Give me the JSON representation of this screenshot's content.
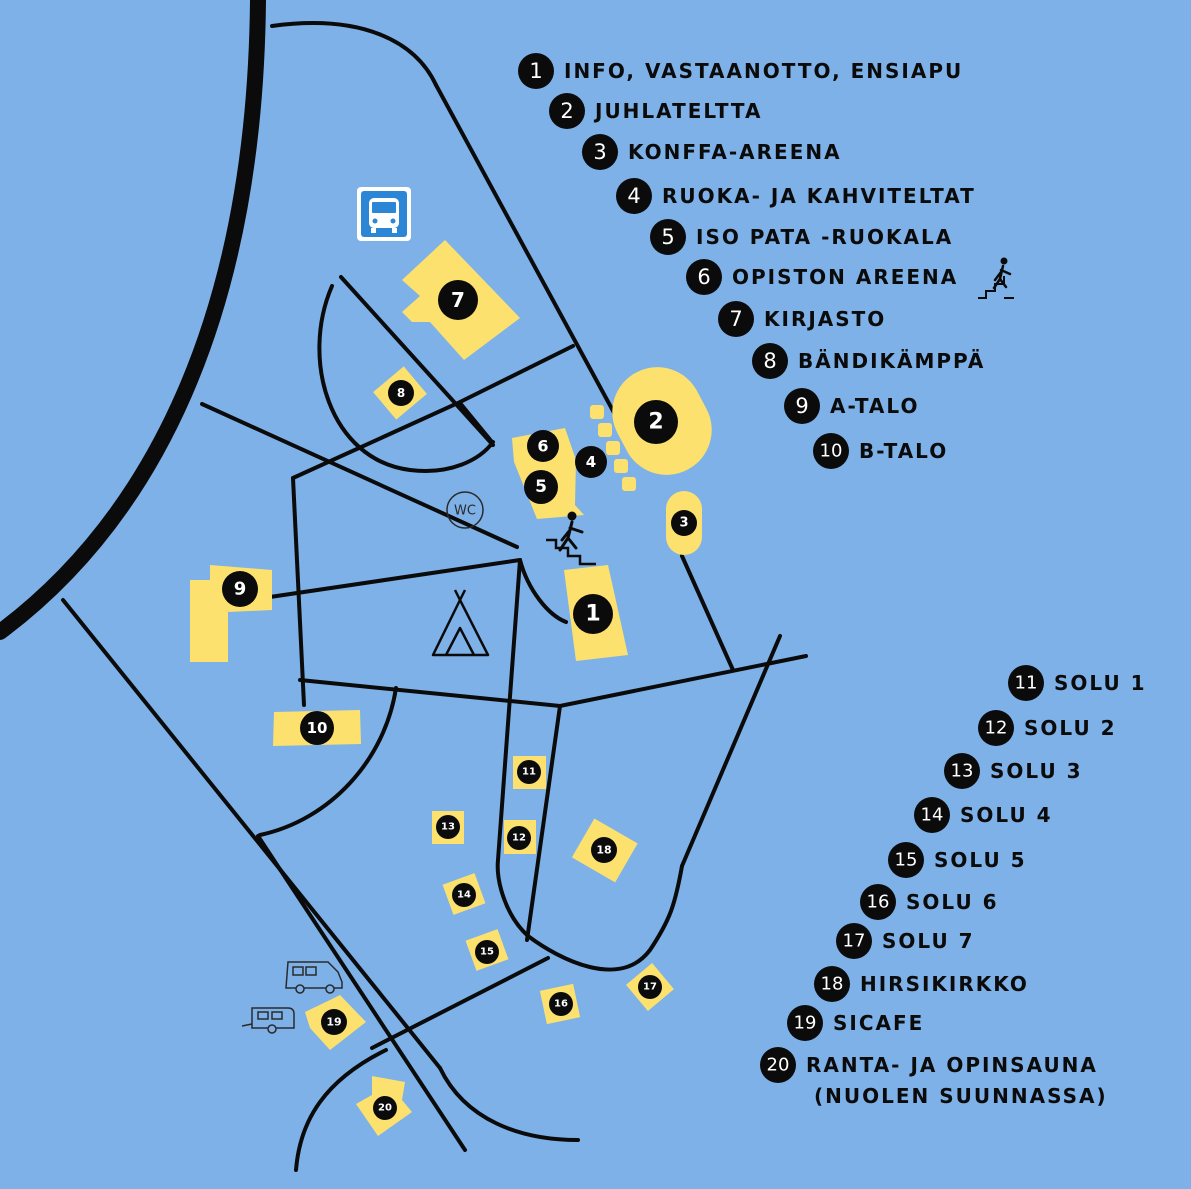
{
  "colors": {
    "water": "#7eb1e8",
    "building": "#fde16e",
    "badge": "#0b0b0b",
    "road": "#0b0b0b",
    "bus_sign": "#2c86d6"
  },
  "map_markers": {
    "m1": "1",
    "m2": "2",
    "m3": "3",
    "m4": "4",
    "m5": "5",
    "m6": "6",
    "m7": "7",
    "m8": "8",
    "m9": "9",
    "m10": "10",
    "m11": "11",
    "m12": "12",
    "m13": "13",
    "m14": "14",
    "m15": "15",
    "m16": "16",
    "m17": "17",
    "m18": "18",
    "m19": "19",
    "m20": "20"
  },
  "wc_label": "WC",
  "icons": {
    "bus": "bus-stop-icon",
    "stairs": "stairs-walker-icon",
    "tent": "tent-icon",
    "motorhome": "motorhome-icon",
    "caravan": "caravan-icon",
    "wc": "wc-icon"
  },
  "legend_top": [
    {
      "num": "1",
      "label": "INFO, VASTAANOTTO, ENSIAPU"
    },
    {
      "num": "2",
      "label": "JUHLATELTTA"
    },
    {
      "num": "3",
      "label": "KONFFA-AREENA"
    },
    {
      "num": "4",
      "label": "RUOKA- JA KAHVITELTAT"
    },
    {
      "num": "5",
      "label": "ISO PATA -RUOKALA"
    },
    {
      "num": "6",
      "label": "OPISTON AREENA"
    },
    {
      "num": "7",
      "label": "KIRJASTO"
    },
    {
      "num": "8",
      "label": "BÄNDIKÄMPPÄ"
    },
    {
      "num": "9",
      "label": "A-TALO"
    },
    {
      "num": "10",
      "label": "B-TALO"
    }
  ],
  "legend_bottom": [
    {
      "num": "11",
      "label": "SOLU 1"
    },
    {
      "num": "12",
      "label": "SOLU 2"
    },
    {
      "num": "13",
      "label": "SOLU 3"
    },
    {
      "num": "14",
      "label": "SOLU 4"
    },
    {
      "num": "15",
      "label": "SOLU 5"
    },
    {
      "num": "16",
      "label": "SOLU 6"
    },
    {
      "num": "17",
      "label": "SOLU 7"
    },
    {
      "num": "18",
      "label": "HIRSIKIRKKO"
    },
    {
      "num": "19",
      "label": "SICAFE"
    },
    {
      "num": "20",
      "label": "RANTA- JA OPINSAUNA",
      "label2": "(NUOLEN SUUNNASSA)"
    }
  ]
}
